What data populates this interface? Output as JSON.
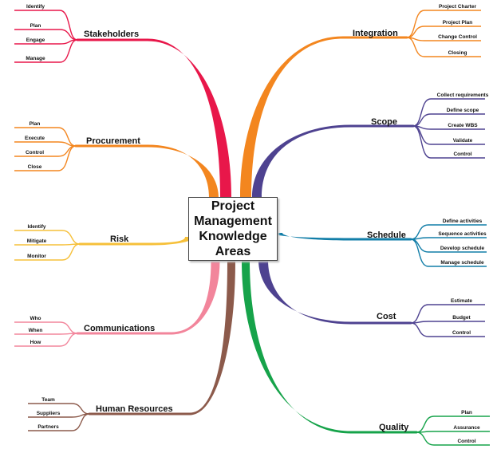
{
  "center": {
    "title": "Project Management Knowledge Areas"
  },
  "branches": [
    {
      "id": "stakeholders",
      "label": "Stakeholders",
      "color": "#e8174a",
      "side": "left",
      "items": [
        "Identify",
        "Plan",
        "Engage",
        "Manage"
      ]
    },
    {
      "id": "procurement",
      "label": "Procurement",
      "color": "#f3861f",
      "side": "left",
      "items": [
        "Plan",
        "Execute",
        "Control",
        "Close"
      ]
    },
    {
      "id": "risk",
      "label": "Risk",
      "color": "#f6c03a",
      "side": "left",
      "items": [
        "Identify",
        "Mitigate",
        "Monitor"
      ]
    },
    {
      "id": "communications",
      "label": "Communications",
      "color": "#f2859b",
      "side": "left",
      "items": [
        "Who",
        "When",
        "How"
      ]
    },
    {
      "id": "human-resources",
      "label": "Human Resources",
      "color": "#8c5a4b",
      "side": "left",
      "items": [
        "Team",
        "Suppliers",
        "Partners"
      ]
    },
    {
      "id": "integration",
      "label": "Integration",
      "color": "#f3861f",
      "side": "right",
      "items": [
        "Project Charter",
        "Project Plan",
        "Change Control",
        "Closing"
      ]
    },
    {
      "id": "scope",
      "label": "Scope",
      "color": "#4e4290",
      "side": "right",
      "items": [
        "Collect requirements",
        "Define scope",
        "Create WBS",
        "Validate",
        "Control"
      ]
    },
    {
      "id": "schedule",
      "label": "Schedule",
      "color": "#127ea8",
      "side": "right",
      "items": [
        "Define activities",
        "Sequence activities",
        "Develop schedule",
        "Manage schedule"
      ]
    },
    {
      "id": "cost",
      "label": "Cost",
      "color": "#4e4290",
      "side": "right",
      "items": [
        "Estimate",
        "Budget",
        "Control"
      ]
    },
    {
      "id": "quality",
      "label": "Quality",
      "color": "#16a34a",
      "side": "right",
      "items": [
        "Plan",
        "Assurance",
        "Control"
      ]
    }
  ]
}
